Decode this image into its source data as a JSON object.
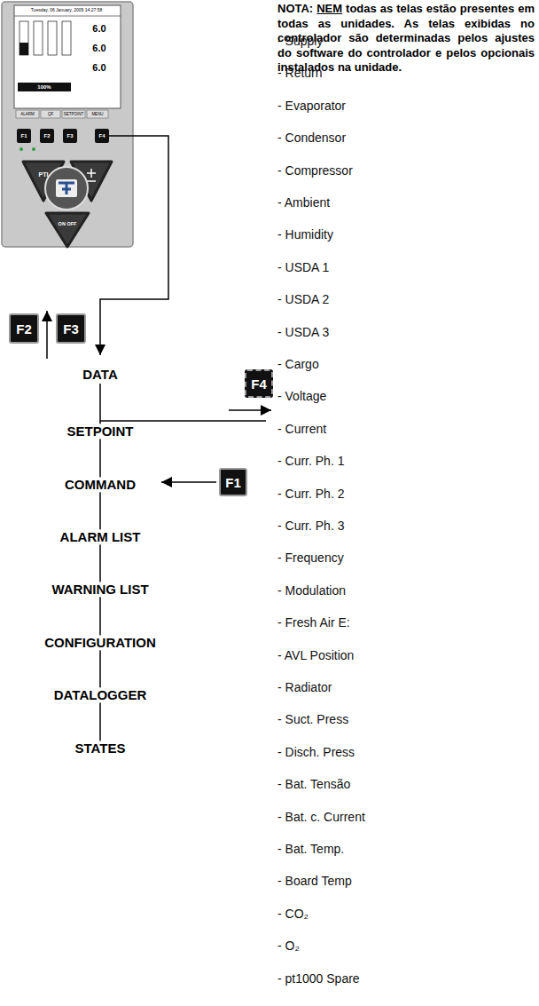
{
  "diagram": {
    "nodes": [
      {
        "text": [
          "F2"
        ]
      },
      {
        "text": [
          "F3"
        ]
      },
      {
        "text": [
          "F4"
        ]
      },
      {
        "text": [
          "F1"
        ]
      }
    ],
    "labels": [
      "NOTA:",
      "NEM",
      "todas as telas estão presentes em todas as unidades. As telas exibidas no controlador são determinadas pelos ajustes do software do controlador e pelos opcionais instalados na unidade.",
      "DATA",
      "SETPOINT",
      "COMMAND",
      "ALARM LIST",
      "WARNING LIST",
      "CONFIGURATION",
      "DATALOGGER",
      "STATES",
      "- Supply",
      "- Return",
      "- Evaporator",
      "- Condensor",
      "- Compressor",
      "- Ambient",
      "- Humidity",
      "- USDA 1",
      "- USDA 2",
      "- USDA 3",
      "- Cargo",
      "- Voltage",
      "- Current",
      "- Curr. Ph. 1",
      "- Curr. Ph. 2",
      "- Curr. Ph. 3",
      "- Frequency",
      "- Modulation",
      "- Fresh Air E:",
      "- AVL Position",
      "- Radiator",
      "- Suct. Press",
      "- Disch. Press",
      "- Bat. Tensão",
      "- Bat. c. Current",
      "- Bat. Temp.",
      "- Board Temp",
      "- CO₂",
      "- O₂",
      "- pt1000 Spare",
      "Tuesday, 06 January, 2009 14:27:58",
      "6.0",
      "6.0",
      "6.0",
      "100%",
      "ALARM",
      "QF",
      "SETPOINT",
      "MENU",
      "F1",
      "F2",
      "F3",
      "F4",
      "PTI",
      "ON OFF"
    ]
  }
}
